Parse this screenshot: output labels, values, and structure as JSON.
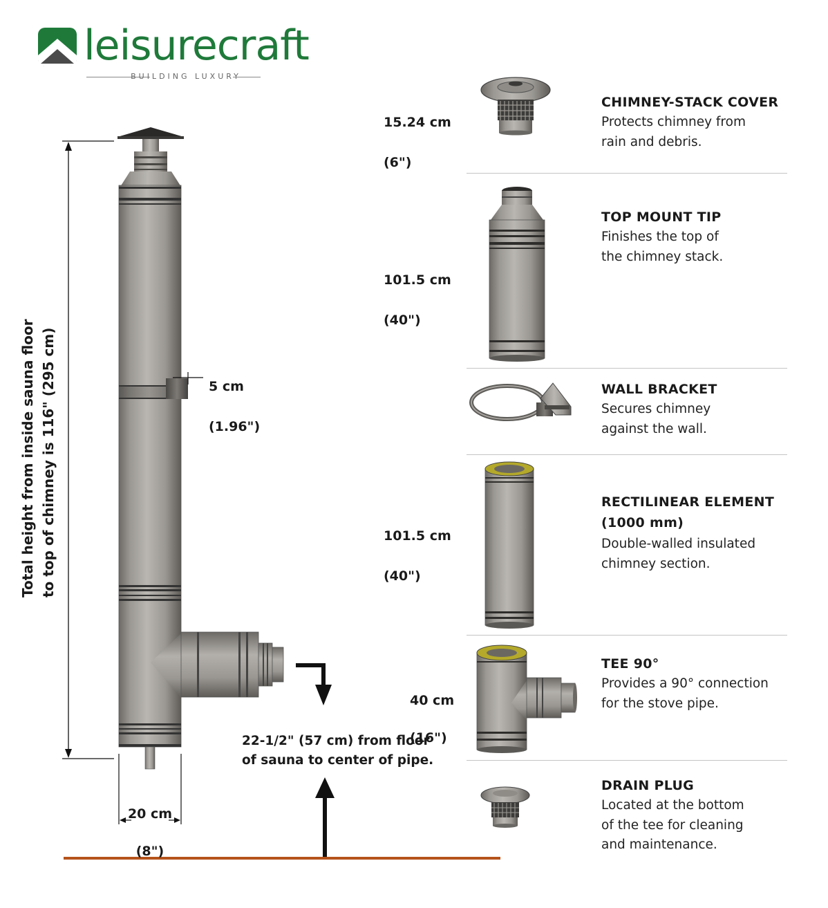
{
  "brand": {
    "name": "leisurecraft",
    "tagline": "BUILDING LUXURY",
    "color": "#1f7a3a"
  },
  "diagram": {
    "total_height_line1": "Total height from inside sauna floor",
    "total_height_line2": "to top of chimney is 116\" (295 cm)",
    "bracket_dim_line1": "5 cm",
    "bracket_dim_line2": "(1.96\")",
    "width_dim_line1": "20 cm",
    "width_dim_line2": "(8\")",
    "floor_note_line1": "22-1/2\" (57 cm) from floor",
    "floor_note_line2": "of sauna to center of pipe.",
    "floor_color": "#b5531b"
  },
  "parts": [
    {
      "dim_line1": "15.24 cm",
      "dim_line2": "(6\")",
      "title_line1": "CHIMNEY-STACK COVER",
      "title_line2": "",
      "desc_line1": "Protects chimney from",
      "desc_line2": "rain and debris.",
      "desc_line3": "",
      "icon": "chimney-cap-icon"
    },
    {
      "dim_line1": "101.5 cm",
      "dim_line2": "(40\")",
      "title_line1": "TOP MOUNT TIP",
      "title_line2": "",
      "desc_line1": "Finishes the top of",
      "desc_line2": "the chimney stack.",
      "desc_line3": "",
      "icon": "top-mount-tip-icon"
    },
    {
      "dim_line1": "",
      "dim_line2": "",
      "title_line1": "WALL BRACKET",
      "title_line2": "",
      "desc_line1": "Secures chimney",
      "desc_line2": "against the wall.",
      "desc_line3": "",
      "icon": "wall-bracket-icon"
    },
    {
      "dim_line1": "101.5 cm",
      "dim_line2": "(40\")",
      "title_line1": "RECTILINEAR ELEMENT",
      "title_line2": "(1000 mm)",
      "desc_line1": "Double-walled insulated",
      "desc_line2": "chimney section.",
      "desc_line3": "",
      "icon": "rectilinear-element-icon"
    },
    {
      "dim_line1": "40 cm",
      "dim_line2": "(16\")",
      "title_line1": "TEE 90°",
      "title_line2": "",
      "desc_line1": "Provides a 90° connection",
      "desc_line2": "for the stove pipe.",
      "desc_line3": "",
      "icon": "tee-90-icon"
    },
    {
      "dim_line1": "",
      "dim_line2": "",
      "title_line1": "DRAIN PLUG",
      "title_line2": "",
      "desc_line1": "Located at the bottom",
      "desc_line2": "of the tee for cleaning",
      "desc_line3": "and maintenance.",
      "icon": "drain-plug-icon"
    }
  ]
}
